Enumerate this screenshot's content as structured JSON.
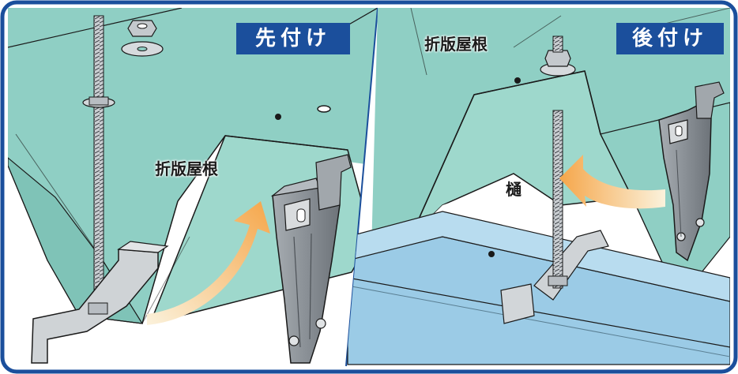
{
  "left_panel": {
    "badge": "先付け",
    "roof_label": "折版屋根"
  },
  "right_panel": {
    "badge": "後付け",
    "roof_label": "折版屋根",
    "gutter_label": "樋"
  },
  "colors": {
    "frame": "#1b4f9c",
    "roof": "#8fcfc4",
    "gutter": "#9bcbe6",
    "arrow_start": "#f2dfb0",
    "arrow_end": "#f5a64a",
    "hardware": "#7d848b"
  }
}
